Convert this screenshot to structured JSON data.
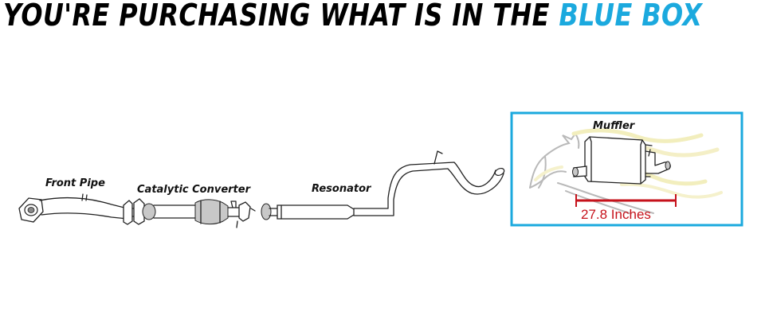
{
  "header": {
    "text_prefix": "YOU'RE PURCHASING WHAT IS IN THE ",
    "text_highlight": "BLUE BOX",
    "highlight_color": "#1ba9de"
  },
  "diagram": {
    "parts": {
      "front_pipe": "Front Pipe",
      "catalytic_converter": "Catalytic Converter",
      "resonator": "Resonator",
      "muffler": "Muffler"
    },
    "measurement": "27.8 Inches",
    "box_color": "#1ba9de",
    "measure_color": "#c6121b"
  }
}
